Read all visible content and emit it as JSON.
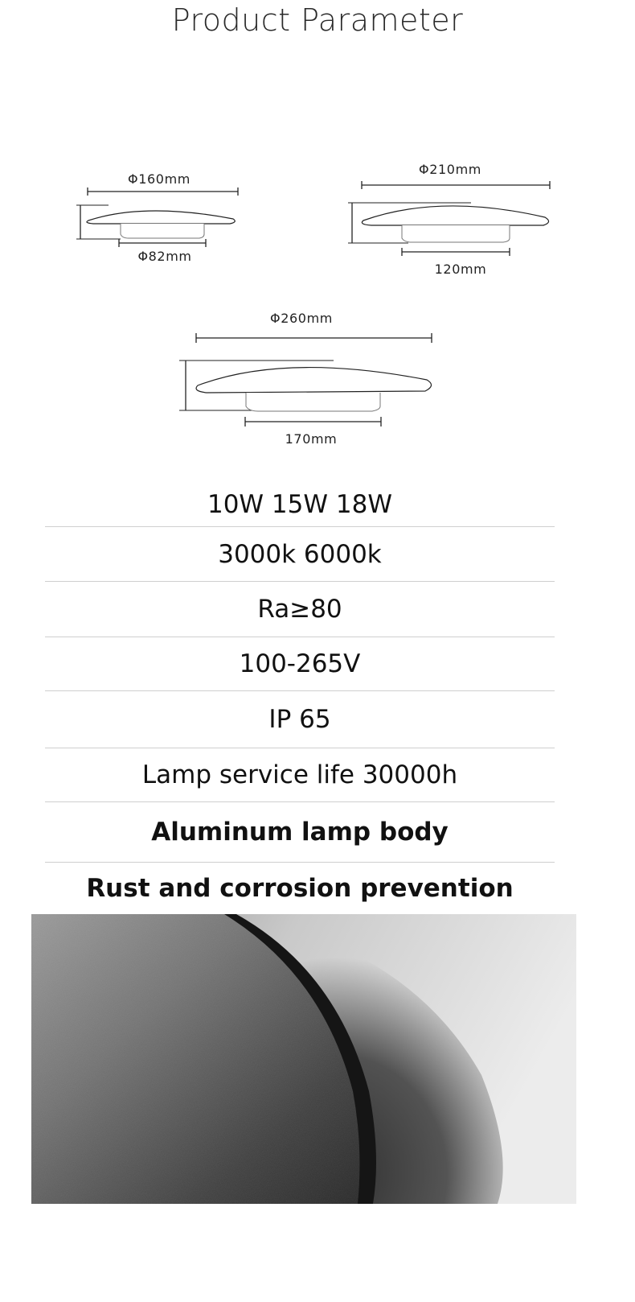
{
  "header": {
    "title": "Product Parameter"
  },
  "diagrams": [
    {
      "id": "small",
      "diameter_label": "Φ160mm",
      "base_label": "Φ82mm"
    },
    {
      "id": "medium",
      "diameter_label": "Φ210mm",
      "base_label": "120mm"
    },
    {
      "id": "large",
      "diameter_label": "Φ260mm",
      "base_label": "170mm"
    }
  ],
  "specs": [
    {
      "text": "10W 15W 18W",
      "weight": "normal"
    },
    {
      "text": "3000k 6000k",
      "weight": "normal"
    },
    {
      "text": "Ra≥80",
      "weight": "normal"
    },
    {
      "text": "100-265V",
      "weight": "normal"
    },
    {
      "text": "IP 65",
      "weight": "normal"
    },
    {
      "text": "Lamp service life 30000h",
      "weight": "normal"
    },
    {
      "text": "Aluminum lamp body",
      "weight": "bold"
    },
    {
      "text": "Rust and corrosion prevention",
      "weight": "bold"
    }
  ],
  "photo": {
    "subject": "lamp-body-closeup-photo"
  },
  "colors": {
    "text": "#111111",
    "divider": "#cfcfcf",
    "line": "#222222"
  }
}
